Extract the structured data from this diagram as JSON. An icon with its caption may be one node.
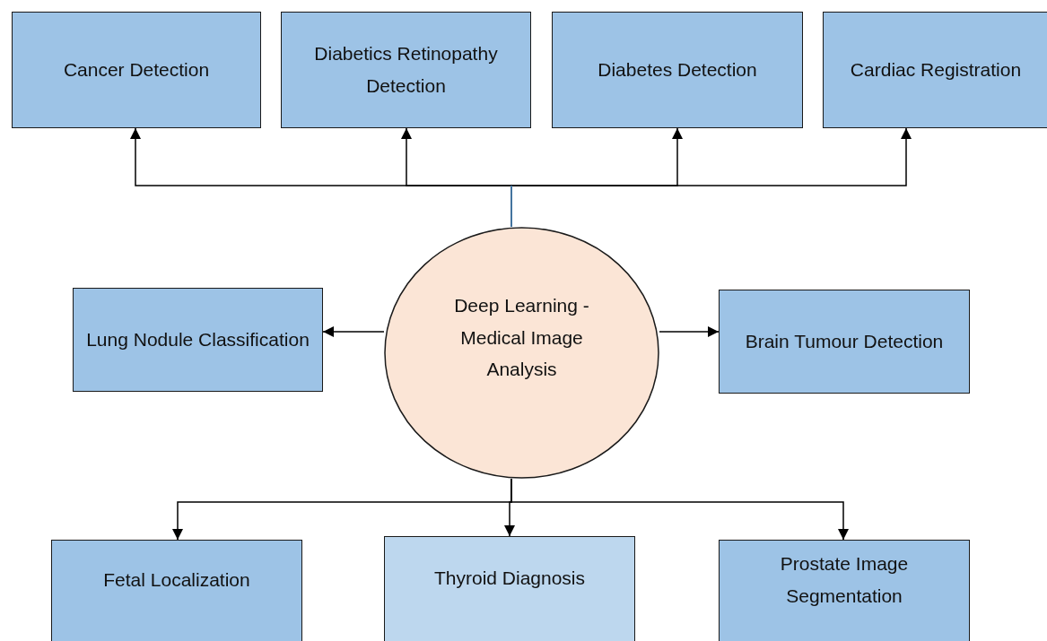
{
  "diagram": {
    "nodes": [
      {
        "text": [
          "Cancer Detection"
        ]
      },
      {
        "text": [
          "Diabetics Retinopathy Detection"
        ]
      },
      {
        "text": [
          "Diabetes Detection"
        ]
      },
      {
        "text": [
          "Cardiac Registration"
        ]
      },
      {
        "text": [
          "Lung Nodule Classification"
        ]
      },
      {
        "text": [
          "Deep Learning - Medical Image Analysis"
        ]
      },
      {
        "text": [
          "Brain Tumour Detection"
        ]
      },
      {
        "text": [
          "Fetal Localization"
        ]
      },
      {
        "text": [
          "Thyroid Diagnosis"
        ]
      },
      {
        "text": [
          "Prostate Image Segmentation"
        ]
      }
    ],
    "edges": [
      {
        "from": 5,
        "to": 0,
        "arrow": "to"
      },
      {
        "from": 5,
        "to": 1,
        "arrow": "to"
      },
      {
        "from": 5,
        "to": 2,
        "arrow": "to"
      },
      {
        "from": 5,
        "to": 3,
        "arrow": "to"
      },
      {
        "from": 5,
        "to": 4,
        "arrow": "to"
      },
      {
        "from": 5,
        "to": 6,
        "arrow": "to"
      },
      {
        "from": 5,
        "to": 7,
        "arrow": "to"
      },
      {
        "from": 5,
        "to": 8,
        "arrow": "to"
      },
      {
        "from": 5,
        "to": 9,
        "arrow": "to"
      }
    ]
  }
}
